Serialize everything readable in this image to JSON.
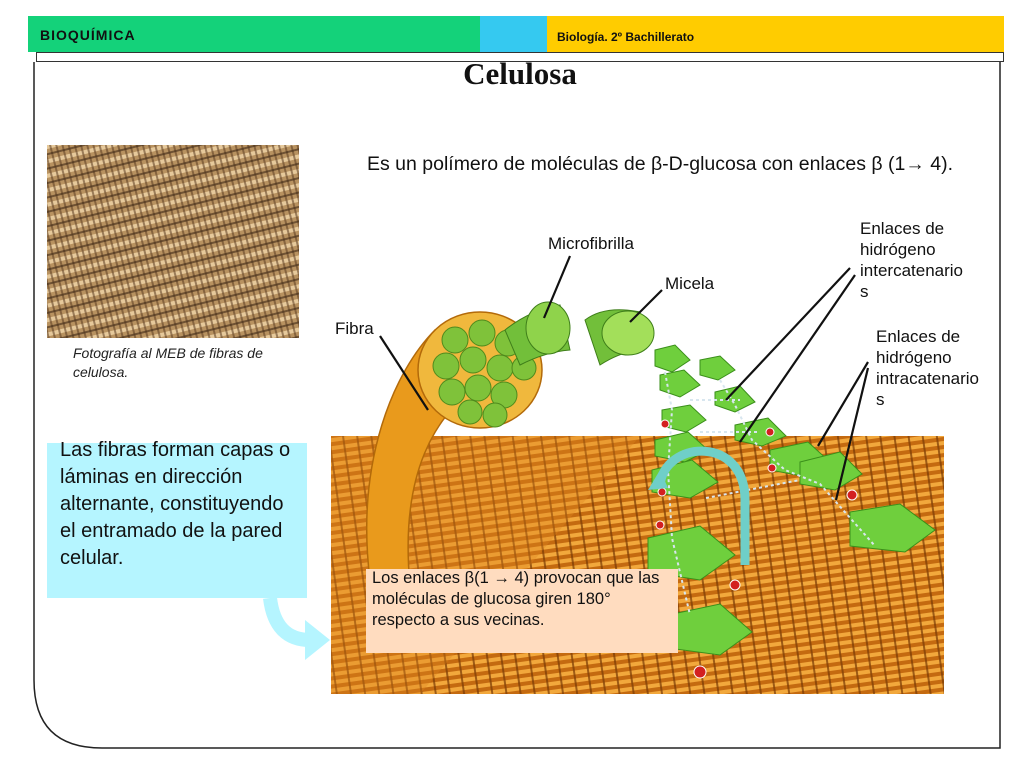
{
  "header": {
    "left_label": "BIOQUÍMICA",
    "right_label": "Biología. 2º Bachillerato",
    "colors": {
      "green": "#14d27a",
      "cyan": "#35c9f0",
      "yellow": "#ffcc00"
    }
  },
  "title": "Celulosa",
  "intro": "Es un polímero de moléculas de β-D-glucosa con enlaces β (1→ 4).",
  "photo": {
    "caption": "Fotografía al MEB de fibras de celulosa."
  },
  "left_box": {
    "text": "Las fibras forman capas o láminas en dirección alternante, constituyendo el entramado de la pared celular."
  },
  "diagram": {
    "labels": {
      "fibra": "Fibra",
      "microfibrilla": "Microfibrilla",
      "micela": "Micela",
      "inter_1": "Enlaces de",
      "inter_2": "hidrógeno",
      "inter_3": "intercatenario",
      "inter_4": "s",
      "intra_1": "Enlaces de",
      "intra_2": "hidrógeno",
      "intra_3": "intracatenario",
      "intra_4": "s"
    },
    "note": "Los enlaces β(1 → 4) provocan que las moléculas de glucosa giren 180° respecto a sus vecinas."
  }
}
